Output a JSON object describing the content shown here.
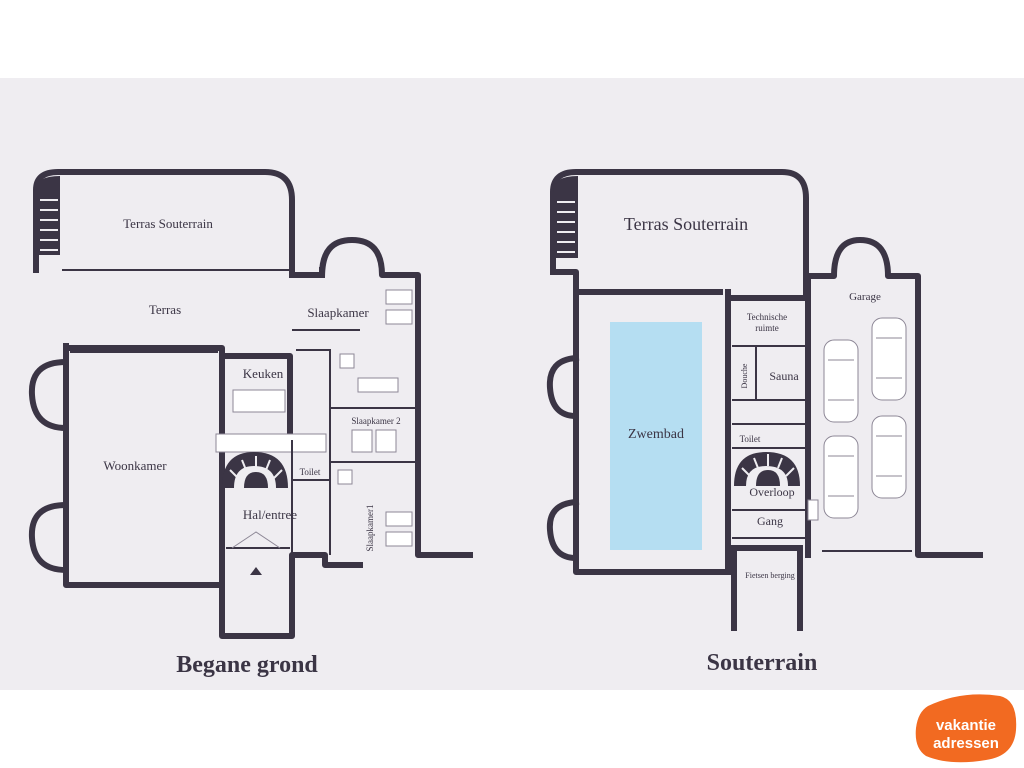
{
  "floor_plans": {
    "ground_floor": {
      "title": "Begane grond",
      "rooms": {
        "terras_souterrain": "Terras Souterrain",
        "terras": "Terras",
        "slaapkamer": "Slaapkamer",
        "keuken": "Keuken",
        "woonkamer": "Woonkamer",
        "slaapkamer_2": "Slaapkamer 2",
        "toilet": "Toilet",
        "hal_entree": "Hal/entree",
        "slaapkamer_1": "Slaapkamer1"
      }
    },
    "basement": {
      "title": "Souterrain",
      "rooms": {
        "terras_souterrain": "Terras Souterrain",
        "garage": "Garage",
        "technische_ruimte_line1": "Technische",
        "technische_ruimte_line2": "ruimte",
        "douche": "Douche",
        "sauna": "Sauna",
        "zwembad": "Zwembad",
        "toilet": "Toilet",
        "overloop": "Overloop",
        "gang": "Gang",
        "fietsen_berging": "Fietsen berging"
      }
    }
  },
  "logo": {
    "line1": "vakantie",
    "line2": "adressen",
    "color": "#f26a21"
  },
  "colors": {
    "wall": "#3b3545",
    "background": "#efedf1",
    "pool": "#b5def2"
  }
}
